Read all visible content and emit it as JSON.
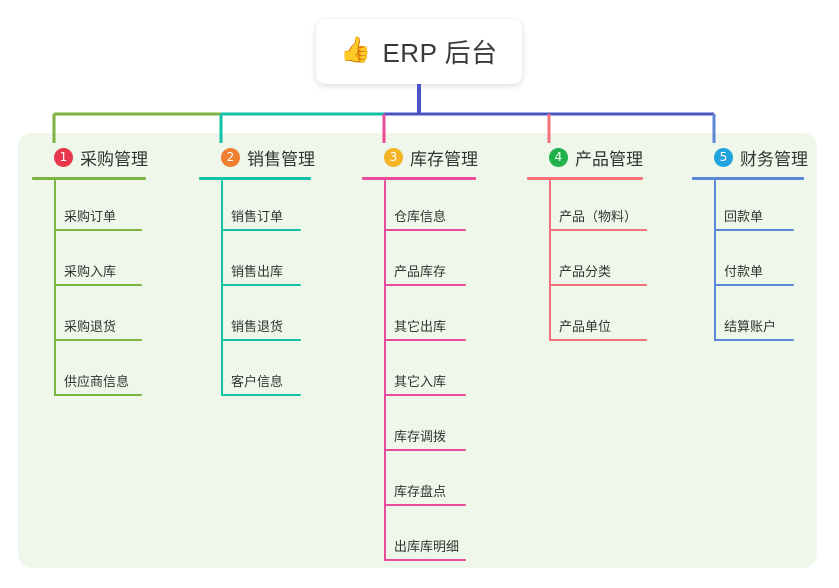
{
  "diagram": {
    "type": "mindmap",
    "root": {
      "icon": "thumbs-up-icon",
      "icon_glyph": "👍",
      "label": "ERP 后台"
    },
    "panel_color": "#eef7e9",
    "root_stem_color": "#4a54c4",
    "branches": [
      {
        "number": "1",
        "title": "采购管理",
        "badge_color": "#e8374a",
        "line_color": "#7cb342",
        "children": [
          "采购订单",
          "采购入库",
          "采购退货",
          "供应商信息"
        ]
      },
      {
        "number": "2",
        "title": "销售管理",
        "badge_color": "#f08030",
        "line_color": "#12c2a8",
        "children": [
          "销售订单",
          "销售出库",
          "销售退货",
          "客户信息"
        ]
      },
      {
        "number": "3",
        "title": "库存管理",
        "badge_color": "#f5b423",
        "line_color": "#e84c9a",
        "children": [
          "仓库信息",
          "产品库存",
          "其它出库",
          "其它入库",
          "库存调拨",
          "库存盘点",
          "出库库明细"
        ]
      },
      {
        "number": "4",
        "title": "产品管理",
        "badge_color": "#21b24b",
        "line_color": "#f4717a",
        "children": [
          "产品（物料）",
          "产品分类",
          "产品单位"
        ]
      },
      {
        "number": "5",
        "title": "财务管理",
        "badge_color": "#21a3e0",
        "line_color": "#5b86d6",
        "children": [
          "回款单",
          "付款单",
          "结算账户"
        ]
      }
    ]
  }
}
